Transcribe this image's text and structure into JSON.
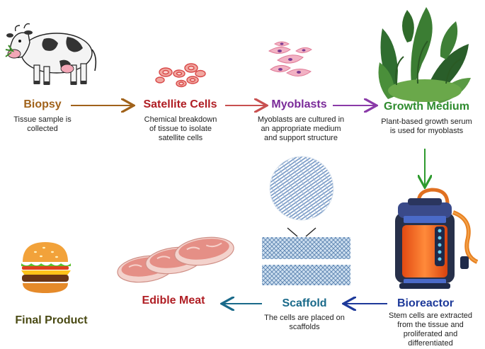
{
  "colors": {
    "biopsy": "#a0621a",
    "satellite": "#b01e24",
    "myoblasts": "#7a2a99",
    "growth": "#2e8b2e",
    "bioreactor": "#1e3a9a",
    "scaffold": "#1a6a8a",
    "edible": "#b01e24",
    "final": "#4a4a14"
  },
  "steps": {
    "biopsy": {
      "title": "Biopsy",
      "desc": [
        "Tissue sample is",
        "collected"
      ]
    },
    "satellite": {
      "title": "Satellite Cells",
      "desc": [
        "Chemical breakdown",
        "of tissue to isolate",
        "satellite cells"
      ]
    },
    "myoblasts": {
      "title": "Myoblasts",
      "desc": [
        "Myoblasts are cultured in",
        "an appropriate medium",
        "and support structure"
      ]
    },
    "growth": {
      "title": "Growth Medium",
      "desc": [
        "Plant-based growth serum",
        "is used for myoblasts"
      ]
    },
    "bioreactor": {
      "title": "Bioreactor",
      "desc": [
        "Stem cells are extracted",
        "from the tissue and",
        "proliferated and",
        "differentiated"
      ]
    },
    "scaffold": {
      "title": "Scaffold",
      "desc": [
        "The cells are placed on",
        "scaffolds"
      ]
    },
    "edible": {
      "title": "Edible Meat"
    },
    "final": {
      "title": "Final Product"
    }
  },
  "icons": [
    "cow-icon",
    "satellite-cells-icon",
    "myoblast-cells-icon",
    "plant-icon",
    "bioreactor-icon",
    "scaffold-icon",
    "meat-slices-icon",
    "burger-icon"
  ]
}
